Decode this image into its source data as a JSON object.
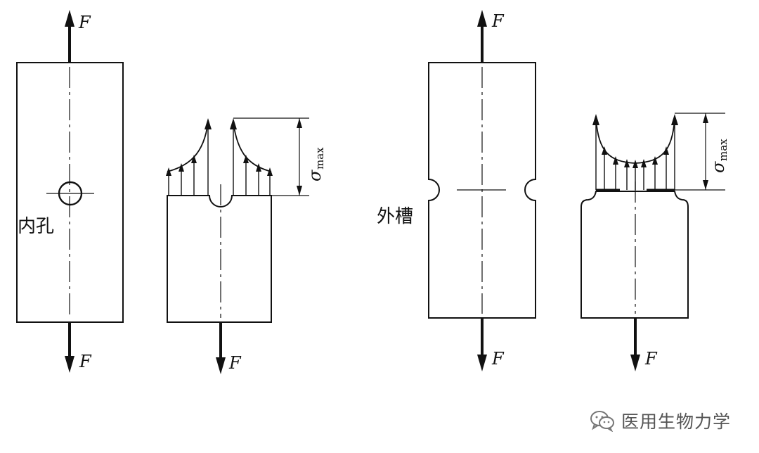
{
  "labels": {
    "force": "F",
    "inner_hole": "内孔",
    "outer_groove": "外槽",
    "sigma": "σ",
    "sigma_sub": "max"
  },
  "watermark": {
    "text": "医用生物力学",
    "icon": "wechat-icon"
  },
  "colors": {
    "ink": "#111111",
    "watermark": "#666666"
  }
}
